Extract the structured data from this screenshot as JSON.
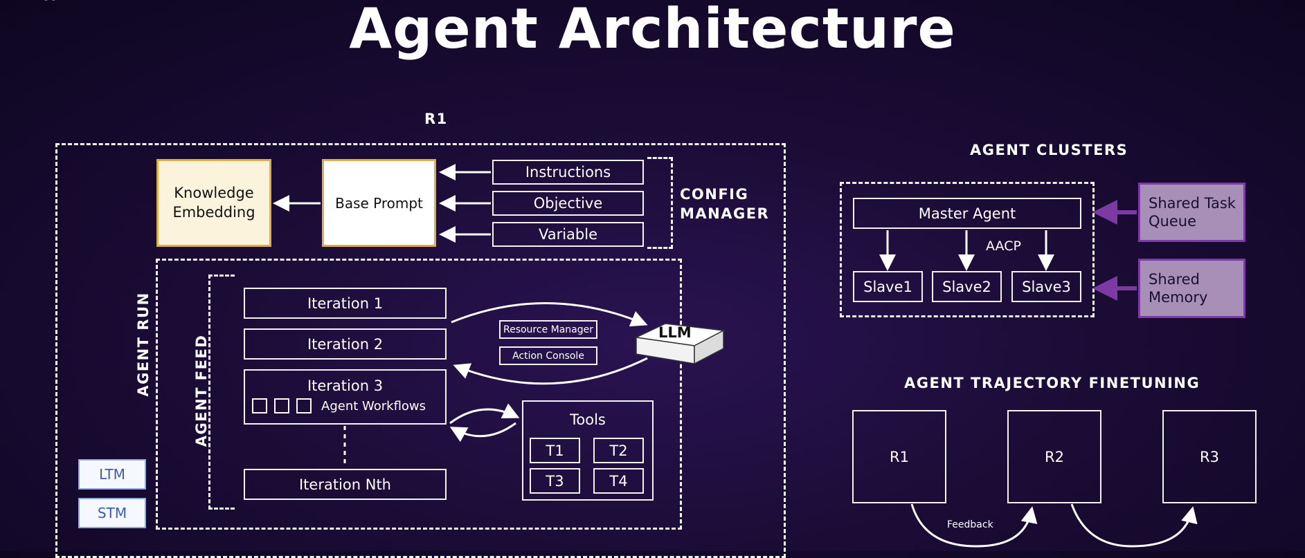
{
  "title": "Agent Architecture",
  "main": {
    "r1_label": "R1",
    "config_manager": {
      "line1": "CONFIG",
      "line2": "MANAGER"
    },
    "knowledge_embedding": {
      "line1": "Knowledge",
      "line2": "Embedding"
    },
    "base_prompt": "Base Prompt",
    "config_items": [
      "Instructions",
      "Objective",
      "Variable"
    ],
    "agent_run": "AGENT RUN",
    "agent_feed": "AGENT FEED",
    "iterations": [
      "Iteration 1",
      "Iteration 2",
      "Iteration 3",
      "Iteration Nth"
    ],
    "agent_workflows": "Agent Workflows",
    "resource_manager": "Resource Manager",
    "action_console": "Action Console",
    "llm": "LLM",
    "tools": {
      "title": "Tools",
      "items": [
        "T1",
        "T2",
        "T3",
        "T4"
      ]
    },
    "memory": [
      "LTM",
      "STM"
    ]
  },
  "clusters": {
    "title": "AGENT CLUSTERS",
    "master_agent": "Master Agent",
    "aacp": "AACP",
    "slaves": [
      "Slave1",
      "Slave2",
      "Slave3"
    ],
    "shared_task_queue": {
      "line1": "Shared Task",
      "line2": "Queue"
    },
    "shared_memory": {
      "line1": "Shared",
      "line2": "Memory"
    }
  },
  "trajectory": {
    "title": "AGENT TRAJECTORY FINETUNING",
    "runs": [
      "R1",
      "R2",
      "R3"
    ],
    "feedback": "Feedback"
  },
  "colors": {
    "knowledge_fill": "#fbf3dc",
    "knowledge_border": "#e0ad4a",
    "shared_fill": "#a88fb8",
    "shared_arrow": "#7d3aa5",
    "memory_border": "#8ea8e0"
  }
}
